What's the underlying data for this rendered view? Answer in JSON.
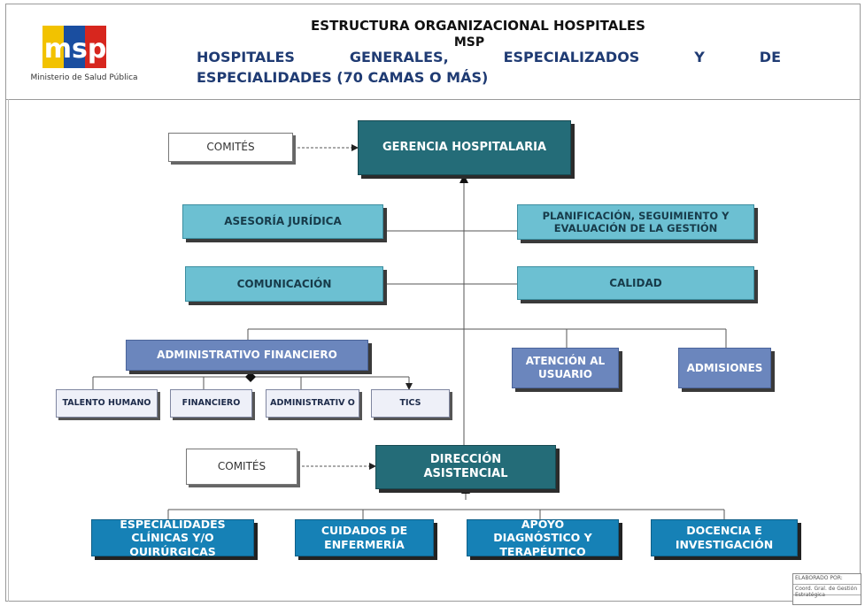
{
  "header": {
    "title_line1": "ESTRUCTURA ORGANIZACIONAL HOSPITALES",
    "title_line2": "MSP",
    "subtitle_line1": "HOSPITALES GENERALES, ESPECIALIZADOS Y DE",
    "subtitle_line2": "ESPECIALIDADES (70 CAMAS O MÁS)",
    "logo_text": "msp",
    "logo_caption": "Ministerio de Salud Pública"
  },
  "nodes": {
    "comites_top": "COMITÉS",
    "gerencia": "GERENCIA HOSPITALARIA",
    "asesoria": "ASESORÍA JURÍDICA",
    "planificacion": "PLANIFICACIÓN, SEGUIMIENTO Y EVALUACIÓN DE LA GESTIÓN",
    "comunicacion": "COMUNICACIÓN",
    "calidad": "CALIDAD",
    "administrativo_financiero": "ADMINISTRATIVO FINANCIERO",
    "atencion_usuario": "ATENCIÓN AL USUARIO",
    "admisiones": "ADMISIONES",
    "talento_humano": "TALENTO HUMANO",
    "financiero": "FINANCIERO",
    "administrativo": "ADMINISTRATIV O",
    "tics": "TICS",
    "comites_bottom": "COMITÉS",
    "direccion": "DIRECCIÓN ASISTENCIAL",
    "especialidades": "ESPECIALIDADES CLÍNICAS Y/O QUIRÚRGICAS",
    "cuidados": "CUIDADOS DE ENFERMERÍA",
    "apoyo": "APOYO DIAGNÓSTICO Y TERAPÉUTICO",
    "docencia": "DOCENCIA E INVESTIGACIÓN"
  },
  "signature_box": {
    "row1": "ELABORADO POR:",
    "row2": "Coord. Gral. de Gestión Estratégica"
  },
  "colors": {
    "dark_teal": "#246c78",
    "light_teal": "#6cc0d2",
    "slate_blue": "#6b86bd",
    "bright_blue": "#1681b6",
    "header_blue": "#1f3b73"
  }
}
